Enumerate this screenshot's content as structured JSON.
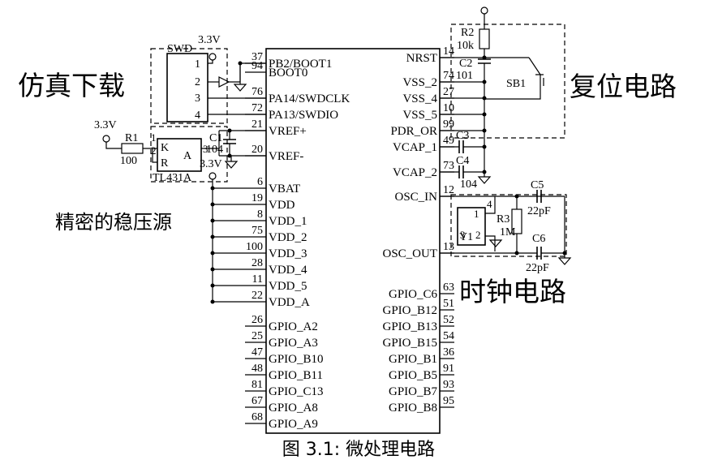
{
  "caption": "图 3.1: 微处理电路",
  "sections": {
    "swd_download": "仿真下载",
    "reset_circuit": "复位电路",
    "precision_regulator": "精密的稳压源",
    "clock_circuit": "时钟电路"
  },
  "mcu": {
    "left_pins": [
      {
        "num": "37",
        "name": "PB2/BOOT1"
      },
      {
        "num": "94",
        "name": "BOOT0"
      },
      {
        "num": "76",
        "name": "PA14/SWDCLK"
      },
      {
        "num": "72",
        "name": "PA13/SWDIO"
      },
      {
        "num": "21",
        "name": "VREF+"
      },
      {
        "num": "20",
        "name": "VREF-"
      },
      {
        "num": "6",
        "name": "VBAT"
      },
      {
        "num": "19",
        "name": "VDD"
      },
      {
        "num": "8",
        "name": "VDD_1"
      },
      {
        "num": "75",
        "name": "VDD_2"
      },
      {
        "num": "100",
        "name": "VDD_3"
      },
      {
        "num": "28",
        "name": "VDD_4"
      },
      {
        "num": "11",
        "name": "VDD_5"
      },
      {
        "num": "22",
        "name": "VDD_A"
      },
      {
        "num": "26",
        "name": "GPIO_A2"
      },
      {
        "num": "25",
        "name": "GPIO_A3"
      },
      {
        "num": "47",
        "name": "GPIO_B10"
      },
      {
        "num": "48",
        "name": "GPIO_B11"
      },
      {
        "num": "81",
        "name": "GPIO_C13"
      },
      {
        "num": "67",
        "name": "GPIO_A8"
      },
      {
        "num": "68",
        "name": "GPIO_A9"
      }
    ],
    "right_pins": [
      {
        "num": "14",
        "name": "NRST"
      },
      {
        "num": "74",
        "name": "VSS_2"
      },
      {
        "num": "27",
        "name": "VSS_4"
      },
      {
        "num": "10",
        "name": "VSS_5"
      },
      {
        "num": "99",
        "name": "PDR_OR"
      },
      {
        "num": "49",
        "name": "VCAP_1"
      },
      {
        "num": "73",
        "name": "VCAP_2"
      },
      {
        "num": "12",
        "name": "OSC_IN"
      },
      {
        "num": "13",
        "name": "OSC_OUT"
      },
      {
        "num": "63",
        "name": "GPIO_C6"
      },
      {
        "num": "51",
        "name": "GPIO_B12"
      },
      {
        "num": "52",
        "name": "GPIO_B13"
      },
      {
        "num": "54",
        "name": "GPIO_B15"
      },
      {
        "num": "36",
        "name": "GPIO_B1"
      },
      {
        "num": "91",
        "name": "GPIO_B5"
      },
      {
        "num": "93",
        "name": "GPIO_B7"
      },
      {
        "num": "95",
        "name": "GPIO_B8"
      }
    ]
  },
  "swd": {
    "label": "SWD",
    "supply": "3.3V",
    "pins": [
      "1",
      "2",
      "3",
      "4"
    ]
  },
  "regulator": {
    "supply": "3.3V",
    "r1_name": "R1",
    "r1_value": "100",
    "pin_k": "K",
    "pin_r": "R",
    "pin_a": "A",
    "pin1": "1",
    "pin2": "2",
    "pin3": "3",
    "part": "TL431A",
    "c1_name": "C1",
    "c1_value": "104",
    "vref_out": "3.3V"
  },
  "reset": {
    "r2_name": "R2",
    "r2_value": "10k",
    "c2_name": "C2",
    "c2_value": "101",
    "switch": "SB1"
  },
  "vcap": {
    "c3_name": "C3",
    "c4_name": "C4",
    "c4_value": "104"
  },
  "clock": {
    "crystal": "Y1",
    "pin_1": "1",
    "pin_2": "2",
    "pin_3": "3",
    "pin_4": "4",
    "r3_name": "R3",
    "r3_value": "1M",
    "c5_name": "C5",
    "c5_value": "22pF",
    "c6_name": "C6",
    "c6_value": "22pF"
  }
}
